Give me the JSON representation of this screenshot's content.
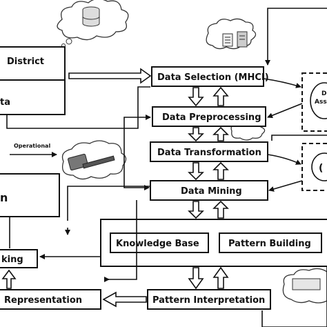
{
  "boxes": {
    "district": "District",
    "district_sub": "ta",
    "data_selection": "Data Selection (MHCI)",
    "data_preprocessing": "Data Preprocessing",
    "data_transformation": "Data Transformation",
    "data_mining": "Data Mining",
    "knowledge_base": "Knowledge Base",
    "pattern_building": "Pattern Building",
    "pattern_interpretation": "Pattern Interpretation",
    "representation": "Representation",
    "ranking_partial": "king",
    "left_partial": "n"
  },
  "labels": {
    "operational": "Operational"
  },
  "dashed_boxes": {
    "top_right_line1": "D",
    "top_right_line2": "Ass",
    "mid_right": "("
  },
  "icons": [
    "database-icon",
    "document-icon",
    "server-icon",
    "gavel-icon",
    "report-icon"
  ]
}
